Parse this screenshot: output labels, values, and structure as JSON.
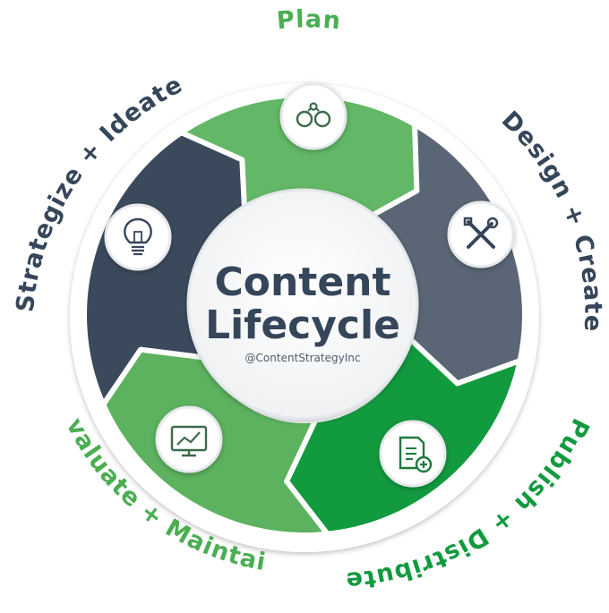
{
  "diagram": {
    "center": {
      "title_line1": "Content",
      "title_line2": "Lifecycle",
      "handle": "@ContentStrategyInc"
    },
    "phases": [
      {
        "label": "Plan",
        "icon": "collaboration-heads-icon",
        "color": "#62b866",
        "label_color": "#4aae52"
      },
      {
        "label": "Design + Create",
        "icon": "tools-icon",
        "color": "#5a6675",
        "label_color": "#36465a"
      },
      {
        "label": "Publish + Distribute",
        "icon": "document-add-icon",
        "color": "#129a3f",
        "label_color": "#129a3f"
      },
      {
        "label": "Evaluate + Maintain",
        "icon": "analytics-monitor-icon",
        "color": "#5cb25e",
        "label_color": "#4aae52"
      },
      {
        "label": "Strategize + Ideate",
        "icon": "lightbulb-icon",
        "color": "#3a4a5c",
        "label_color": "#36465a"
      }
    ]
  }
}
